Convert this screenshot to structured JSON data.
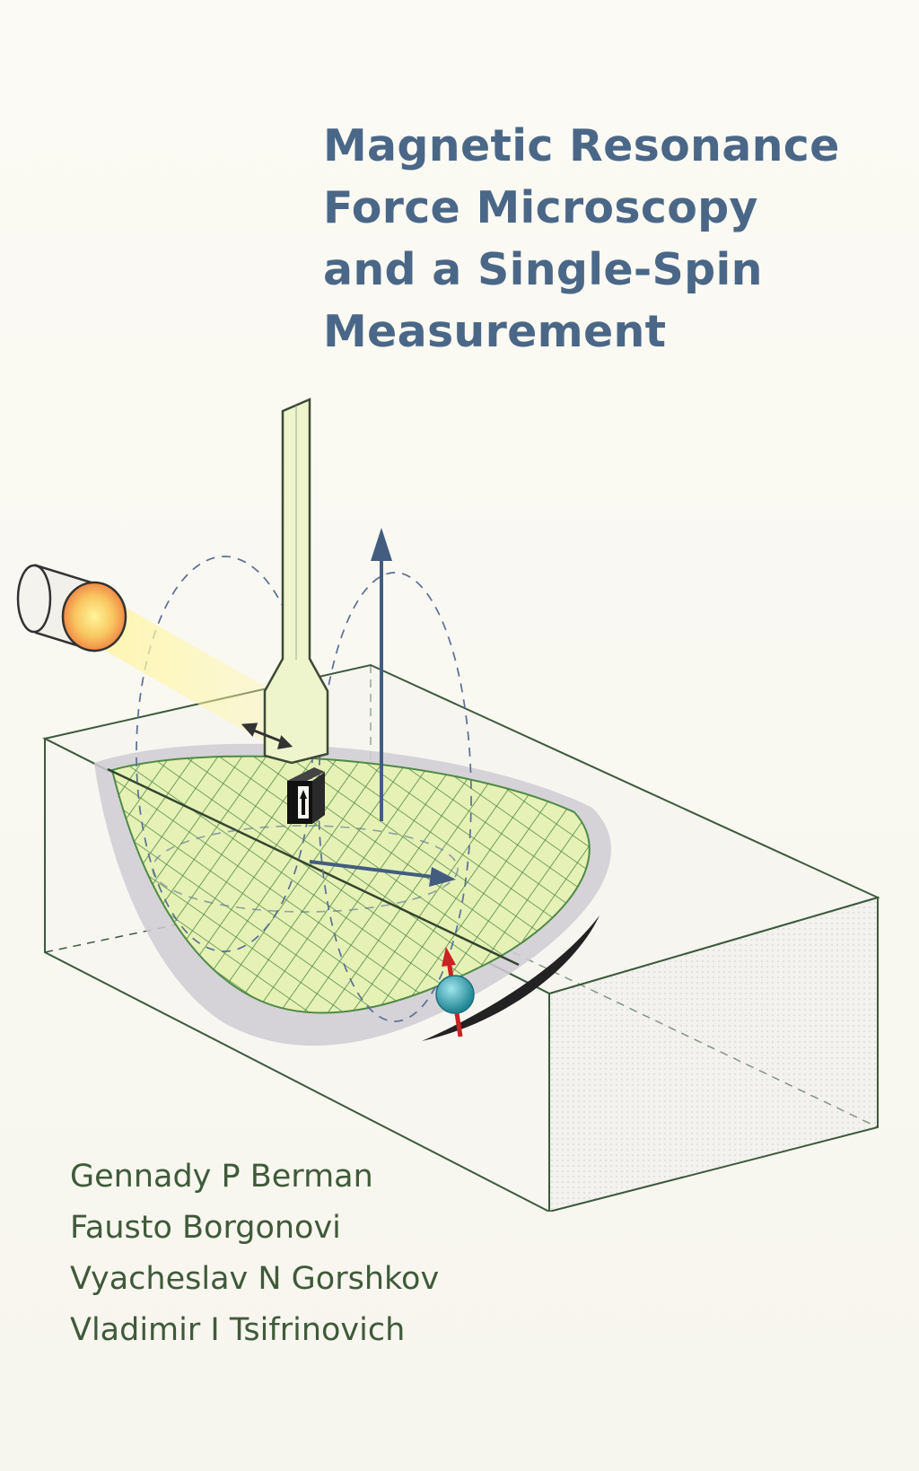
{
  "cover": {
    "title_lines": [
      "Magnetic Resonance",
      "Force Microscopy",
      "and a Single-Spin",
      "Measurement"
    ],
    "authors": [
      "Gennady P Berman",
      "Fausto Borgonovi",
      "Vyacheslav N Gorshkov",
      "Vladimir I Tsifrinovich"
    ]
  },
  "colors": {
    "title": "#4a6787",
    "authors": "#3f5a3a",
    "background": "#f9f8f1",
    "mesh": "#e2efad",
    "cantilever": "#eef5cc",
    "arrow": "#435d80",
    "spin": "#3aa6b6",
    "spin_arrow": "#cc2222"
  }
}
